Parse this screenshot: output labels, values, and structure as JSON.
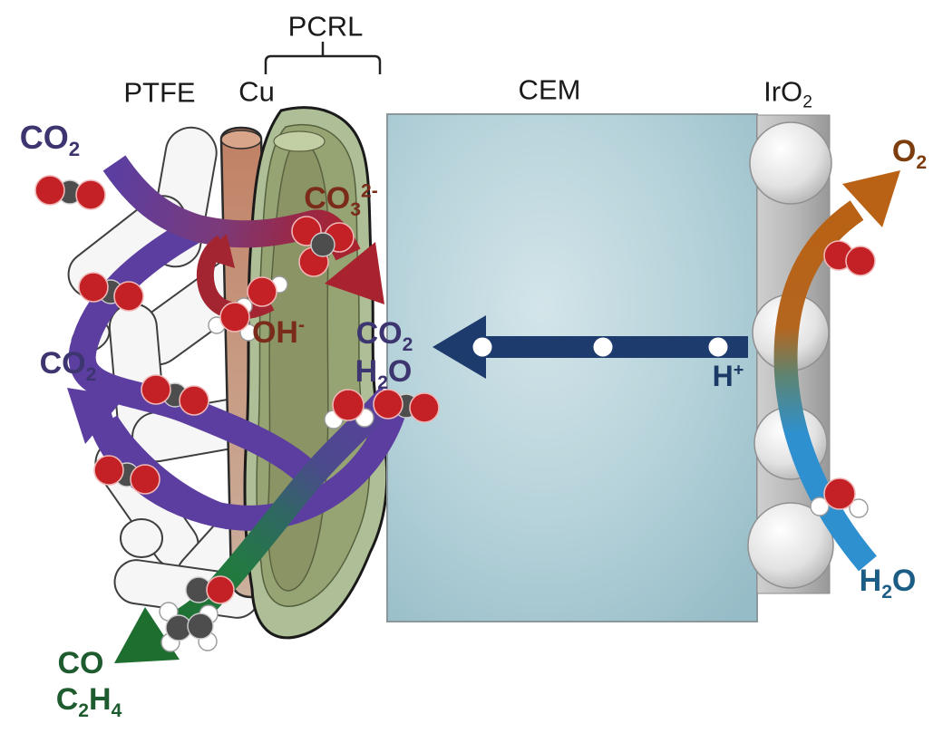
{
  "figure": {
    "description": "Schematic of CO2 electrolyzer membrane electrode assembly with PTFE gas diffusion layer, Cu catalyst, PCRL, cation exchange membrane (CEM) and IrO2 anode",
    "layer_labels": {
      "ptfe": "PTFE",
      "cu": "Cu",
      "pcrl": "PCRL",
      "cem": "CEM",
      "iro2": "IrO_2"
    },
    "species_labels": {
      "co2_inlet": "CO_2",
      "co2_recycle_out": "CO_2",
      "co2_regenerated": "CO_2",
      "h2o_regenerated": "H_2O",
      "carbonate": "CO_3^2-",
      "hydroxide": "OH^-",
      "proton": "H^+",
      "oxygen_product": "O_2",
      "water_feed": "H_2O",
      "co_product": "CO",
      "ethylene_product": "C_2H_4"
    },
    "colors": {
      "purpleArrow": "#5c3ea0",
      "redArrow": "#a8232f",
      "maroonText": "#7a2b1a",
      "navyArrow": "#1e3b6d",
      "navyText": "#1c3a66",
      "indigoText": "#3c3570",
      "greenArrow": "#1e6e30",
      "greenText": "#1e5c30",
      "orangeArrow": "#b96114",
      "orangeText": "#7e3d0e",
      "blueArrow": "#2e90cf",
      "blueTealText": "#1c5d85",
      "cemFill": "#aecdd6",
      "oxygenRed": "#c32125",
      "carbonGray": "#4d4d4d"
    }
  }
}
